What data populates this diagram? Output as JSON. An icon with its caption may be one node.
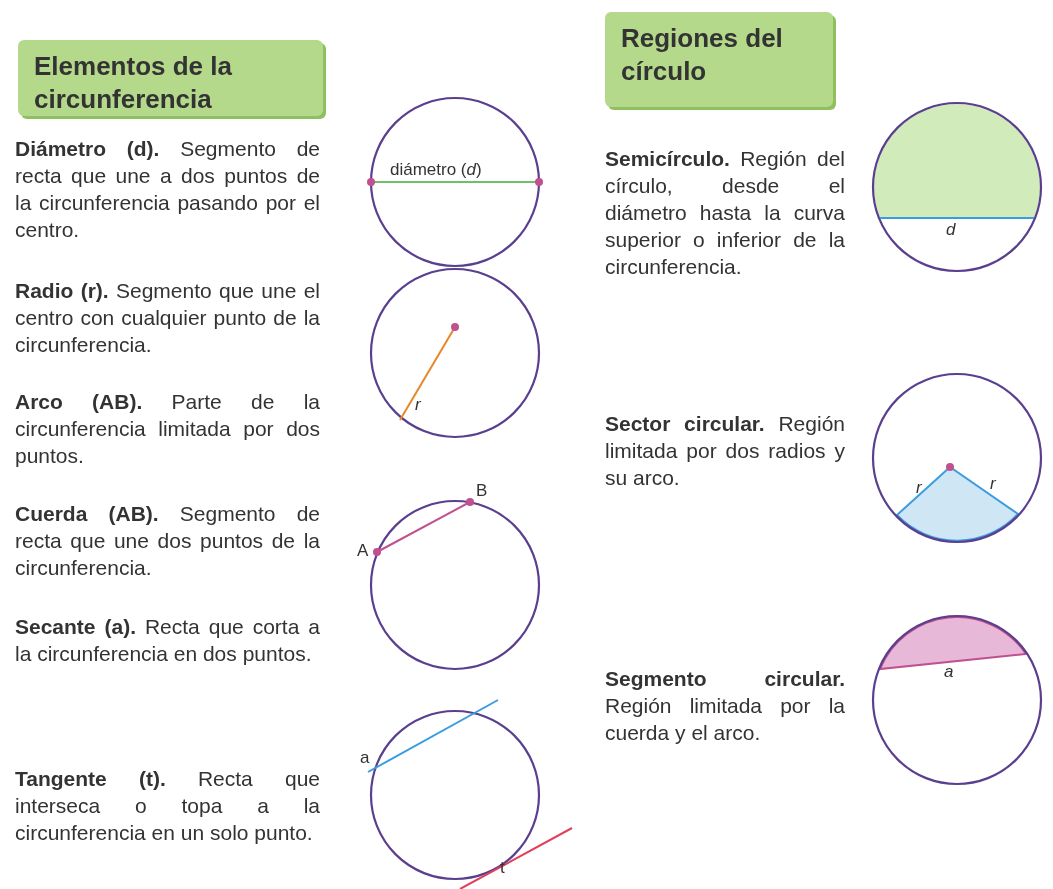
{
  "diagram": {
    "nodes": [
      {
        "text": [
          "Elementos de la circunferencia"
        ]
      },
      {
        "text": [
          "Regiones del círculo"
        ]
      }
    ],
    "labels": [
      "**Diámetro (d).** Segmento de recta que une a dos puntos de la circunferencia pasando por el centro.",
      "diámetro (*d*)",
      "**Radio (r).** Segmento que une el centro con cualquier punto de la circunferencia.",
      "*r*",
      "**Arco (AB).** Parte de la circunferencia limitada por dos puntos.",
      "B",
      "A",
      "**Cuerda (AB).** Segmento de recta que une dos puntos de la circunferencia.",
      "**Secante (a).** Recta que corta a la circunferencia en dos puntos.",
      "a",
      "**Tangente (t).** Recta que interseca o topa a la circunferencia en un solo punto.",
      "t",
      "**Semicírculo.** Región del círculo, desde el diámetro hasta la curva superior o inferior de la circunferencia.",
      "*d*",
      "**Sector circular.** Región limitada por dos radios y su arco.",
      "*r*",
      "*r*",
      "**Segmento circular.** Región limitada por la cuerda y el arco.",
      "*a*"
    ]
  }
}
